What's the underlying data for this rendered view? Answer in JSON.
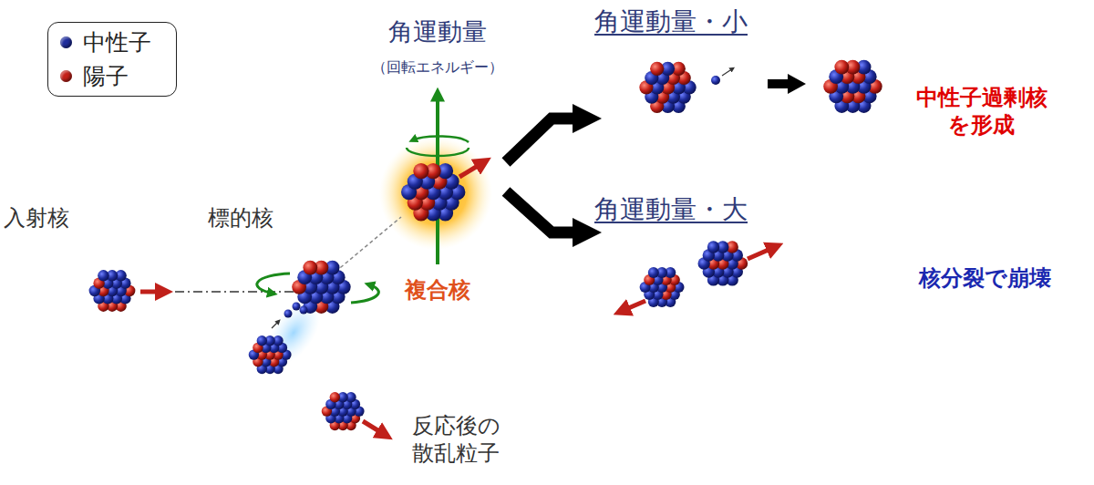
{
  "diagram": {
    "labels": [
      "角運動量",
      "（回転エネルギー）",
      "角運動量・小",
      "角運動量・大",
      "入射核",
      "標的核",
      "複合核",
      "中性子過剰核 を形成",
      "核分裂で崩壊",
      "反応後の 散乱粒子"
    ],
    "legend": [
      {
        "text": "中性子",
        "color": "#1e2c9c"
      },
      {
        "text": "陽子",
        "color": "#c42018"
      }
    ]
  }
}
